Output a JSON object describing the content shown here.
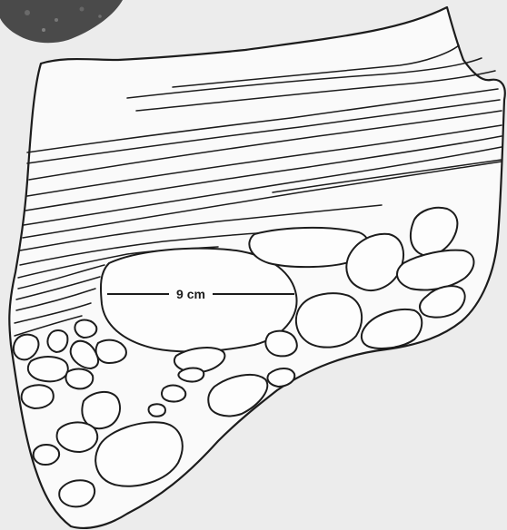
{
  "figure": {
    "scale_label": "9 cm",
    "elements": {
      "rock_outline": "rock-outline",
      "laminae": "laminated-layers",
      "clasts": "rounded-clasts",
      "large_clast": "large-clast",
      "scale_bar": "scale-bar",
      "photo_fragment": "photo-fragment"
    }
  }
}
